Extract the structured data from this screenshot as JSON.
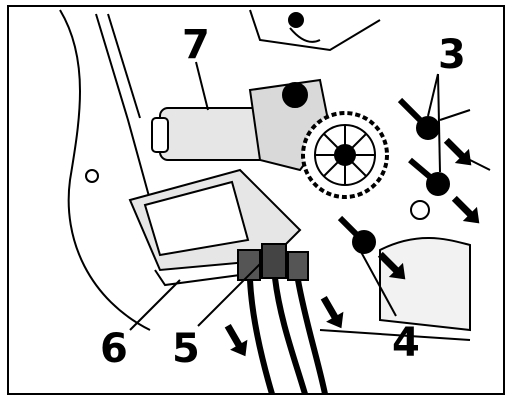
{
  "callouts": {
    "c3": "3",
    "c4": "4",
    "c5": "5",
    "c6": "6",
    "c7": "7"
  },
  "colors": {
    "ink": "#000000",
    "paper": "#ffffff",
    "shade": "#e6e6e6"
  }
}
